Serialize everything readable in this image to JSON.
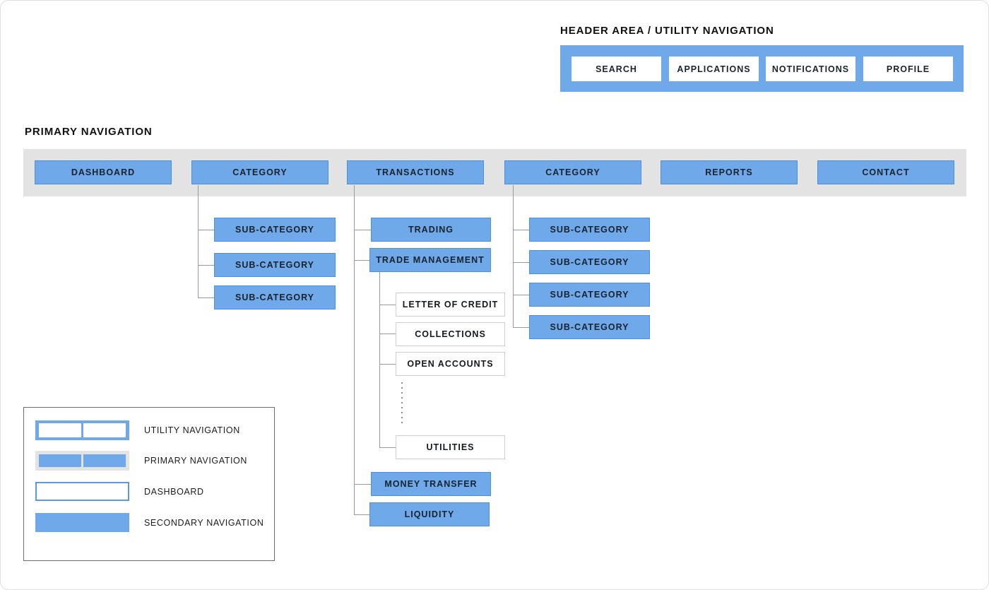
{
  "colors": {
    "blue_fill": "#6fa9e9",
    "blue_border": "#4d90dc",
    "gray_bar": "#e3e3e3",
    "white_box_border": "#cfcfcf",
    "connector_line": "#9a9a9a",
    "text_dark": "#17222e"
  },
  "header": {
    "title": "HEADER AREA / UTILITY NAVIGATION",
    "items": [
      {
        "label": "SEARCH"
      },
      {
        "label": "APPLICATIONS"
      },
      {
        "label": "NOTIFICATIONS"
      },
      {
        "label": "PROFILE"
      }
    ]
  },
  "primary_nav": {
    "title": "PRIMARY NAVIGATION",
    "items": [
      {
        "label": "DASHBOARD"
      },
      {
        "label": "CATEGORY"
      },
      {
        "label": "TRANSACTIONS"
      },
      {
        "label": "CATEGORY"
      },
      {
        "label": "REPORTS"
      },
      {
        "label": "CONTACT"
      }
    ]
  },
  "sitemap": {
    "category_left_children": [
      "SUB-CATEGORY",
      "SUB-CATEGORY",
      "SUB-CATEGORY"
    ],
    "transactions_children": [
      "TRADING",
      "TRADE MANAGEMENT",
      "MONEY TRANSFER",
      "LIQUIDITY"
    ],
    "trade_management_children": [
      "LETTER OF CREDIT",
      "COLLECTIONS",
      "OPEN ACCOUNTS",
      "UTILITIES"
    ],
    "trade_management_ellipsis": "more items (dotted)",
    "category_right_children": [
      "SUB-CATEGORY",
      "SUB-CATEGORY",
      "SUB-CATEGORY",
      "SUB-CATEGORY"
    ]
  },
  "legend": {
    "items": [
      {
        "label": "UTILITY NAVIGATION"
      },
      {
        "label": "PRIMARY NAVIGATION"
      },
      {
        "label": "DASHBOARD"
      },
      {
        "label": "SECONDARY NAVIGATION"
      }
    ]
  }
}
